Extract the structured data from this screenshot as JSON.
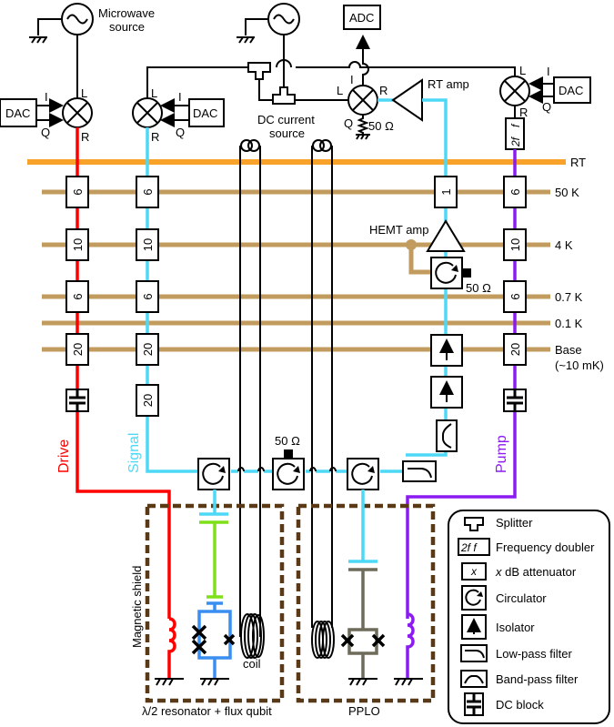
{
  "sources": {
    "microwave": "Microwave",
    "microwave2": "source",
    "dc_current": "DC current",
    "dc_current2": "source"
  },
  "mixer_ports": {
    "L": "L",
    "R": "R",
    "I": "I",
    "Q": "Q"
  },
  "boxes": {
    "dac": "DAC",
    "adc": "ADC",
    "doubler_2f": "2f",
    "doubler_f": "f"
  },
  "amplifiers": {
    "rt_amp": "RT amp",
    "hemt_amp": "HEMT amp"
  },
  "terminations": {
    "ohm50": "50 Ω"
  },
  "stages": [
    {
      "label": "RT",
      "label2": ""
    },
    {
      "label": "50 K",
      "label2": ""
    },
    {
      "label": "4 K",
      "label2": ""
    },
    {
      "label": "0.7 K",
      "label2": ""
    },
    {
      "label": "0.1 K",
      "label2": ""
    },
    {
      "label": "Base",
      "label2": "(~10 mK)"
    }
  ],
  "attenuators": {
    "drive": [
      "6",
      "10",
      "6",
      "20"
    ],
    "signal": [
      "6",
      "10",
      "6",
      "20",
      "20"
    ],
    "output": [
      "1"
    ],
    "pump": [
      "6",
      "10",
      "6",
      "20"
    ]
  },
  "lines": {
    "drive": "Drive",
    "signal": "Signal",
    "pump": "Pump"
  },
  "colors": {
    "drive": "#ff0000",
    "signal": "#4dd8f5",
    "pump": "#8b1bf0",
    "rt": "#f9a22a",
    "stage": "#c29b5e",
    "shield": "#5a3a16",
    "resonator": "#7fe01a",
    "qubit": "#3a8ef0",
    "pplo": "#6e6b5a"
  },
  "samples": {
    "shield_label": "Magnetic shield",
    "coil": "coil",
    "left_caption": "λ/2 resonator + flux qubit",
    "right_caption": "PPLO"
  },
  "legend": [
    {
      "icon": "splitter-icon",
      "label": "Splitter"
    },
    {
      "icon": "frequency-doubler-icon",
      "label": "Frequency doubler",
      "glyph": "2f   f"
    },
    {
      "icon": "attenuator-icon",
      "label": "x dB attenuator",
      "glyph": "x"
    },
    {
      "icon": "circulator-icon",
      "label": "Circulator"
    },
    {
      "icon": "isolator-icon",
      "label": "Isolator"
    },
    {
      "icon": "low-pass-filter-icon",
      "label": "Low-pass filter"
    },
    {
      "icon": "band-pass-filter-icon",
      "label": "Band-pass filter"
    },
    {
      "icon": "dc-block-icon",
      "label": "DC block"
    }
  ]
}
